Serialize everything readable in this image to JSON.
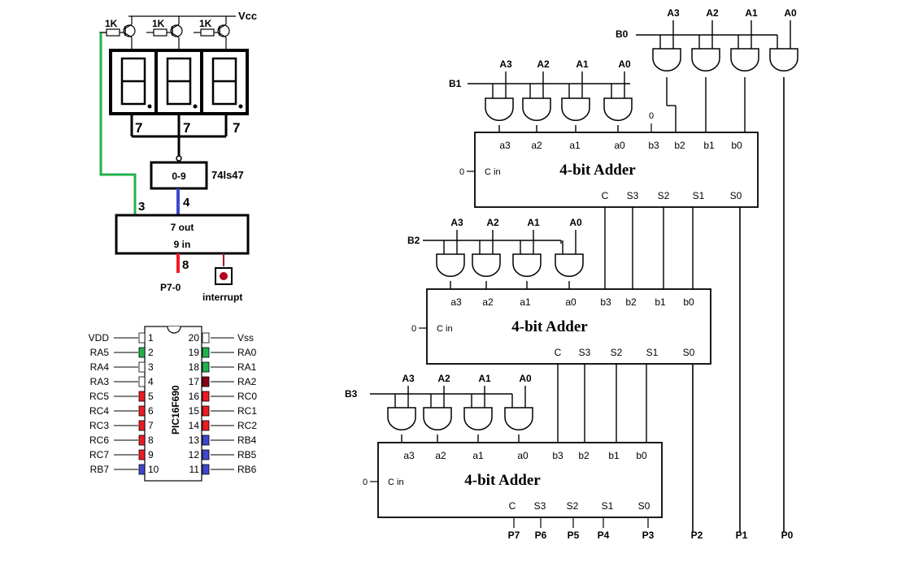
{
  "display": {
    "resistors": [
      "1K",
      "1K",
      "1K"
    ],
    "vcc": "Vcc",
    "digit_counts": [
      "7",
      "7",
      "7"
    ],
    "decoder_label": "0-9",
    "decoder_part": "74ls47",
    "wire_counts": {
      "to_display": "3",
      "to_decoder": "4",
      "port": "8"
    },
    "mcu_lines": [
      "7 out",
      "9 in"
    ],
    "port_label": "P7-0",
    "interrupt_label": "interrupt"
  },
  "chip": {
    "part": "PIC16F690",
    "left_pins": [
      {
        "name": "VDD",
        "num": "1",
        "color": "#ffffff"
      },
      {
        "name": "RA5",
        "num": "2",
        "color": "#22b14c"
      },
      {
        "name": "RA4",
        "num": "3",
        "color": "#ffffff"
      },
      {
        "name": "RA3",
        "num": "4",
        "color": "#ffffff"
      },
      {
        "name": "RC5",
        "num": "5",
        "color": "#ed1c24"
      },
      {
        "name": "RC4",
        "num": "6",
        "color": "#ed1c24"
      },
      {
        "name": "RC3",
        "num": "7",
        "color": "#ed1c24"
      },
      {
        "name": "RC6",
        "num": "8",
        "color": "#ed1c24"
      },
      {
        "name": "RC7",
        "num": "9",
        "color": "#ed1c24"
      },
      {
        "name": "RB7",
        "num": "10",
        "color": "#3f48cc"
      }
    ],
    "right_pins": [
      {
        "name": "Vss",
        "num": "20",
        "color": "#ffffff"
      },
      {
        "name": "RA0",
        "num": "19",
        "color": "#22b14c"
      },
      {
        "name": "RA1",
        "num": "18",
        "color": "#22b14c"
      },
      {
        "name": "RA2",
        "num": "17",
        "color": "#880015"
      },
      {
        "name": "RC0",
        "num": "16",
        "color": "#ed1c24"
      },
      {
        "name": "RC1",
        "num": "15",
        "color": "#ed1c24"
      },
      {
        "name": "RC2",
        "num": "14",
        "color": "#ed1c24"
      },
      {
        "name": "RB4",
        "num": "13",
        "color": "#3f48cc"
      },
      {
        "name": "RB5",
        "num": "12",
        "color": "#3f48cc"
      },
      {
        "name": "RB6",
        "num": "11",
        "color": "#3f48cc"
      }
    ]
  },
  "multiplier": {
    "b_labels": [
      "B0",
      "B1",
      "B2",
      "B3"
    ],
    "a_labels": [
      "A3",
      "A2",
      "A1",
      "A0"
    ],
    "adder_title": "4-bit Adder",
    "a_inputs": [
      "a3",
      "a2",
      "a1",
      "a0"
    ],
    "b_inputs": [
      "b3",
      "b2",
      "b1",
      "b0"
    ],
    "carry_in": "C in",
    "outputs": [
      "C",
      "S3",
      "S2",
      "S1",
      "S0"
    ],
    "zero": "0",
    "products": [
      "P7",
      "P6",
      "P5",
      "P4",
      "P3",
      "P2",
      "P1",
      "P0"
    ]
  },
  "colors": {
    "green_wire": "#22b14c",
    "blue_wire": "#3f48cc",
    "red_wire": "#ed1c24",
    "button": "#b0001a"
  }
}
